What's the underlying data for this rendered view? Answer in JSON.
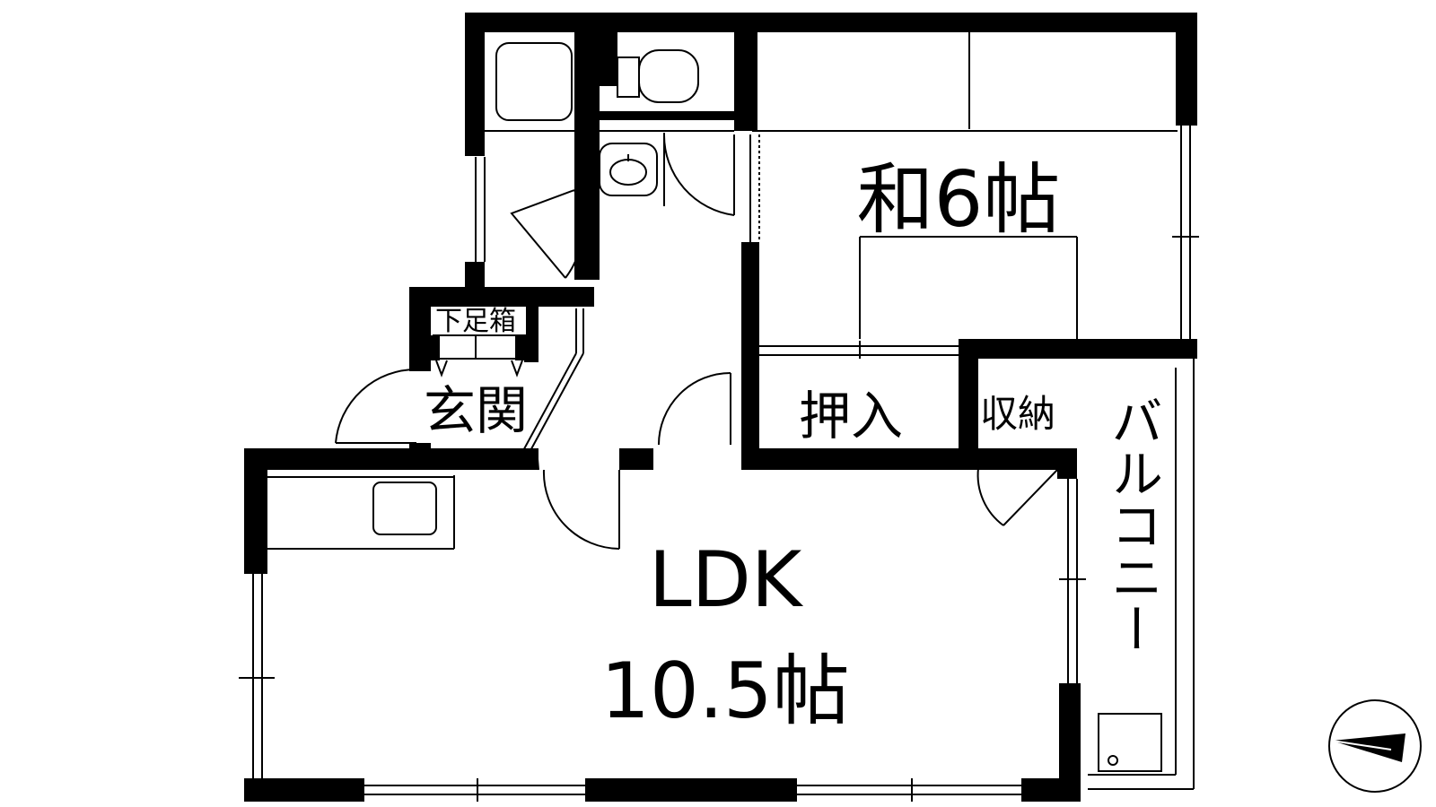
{
  "floorplan": {
    "rooms": {
      "washitsu": "和6帖",
      "oshiire": "押入",
      "shuno": "収納",
      "balcony": "バルコニー",
      "genkan": "玄関",
      "getabako": "下足箱",
      "ldk_name": "LDK",
      "ldk_size": "10.5帖"
    },
    "compass": {
      "symbol": "north-arrow-icon",
      "direction": "west"
    },
    "colors": {
      "wall": "#000000",
      "line": "#000000",
      "background": "#ffffff"
    }
  }
}
